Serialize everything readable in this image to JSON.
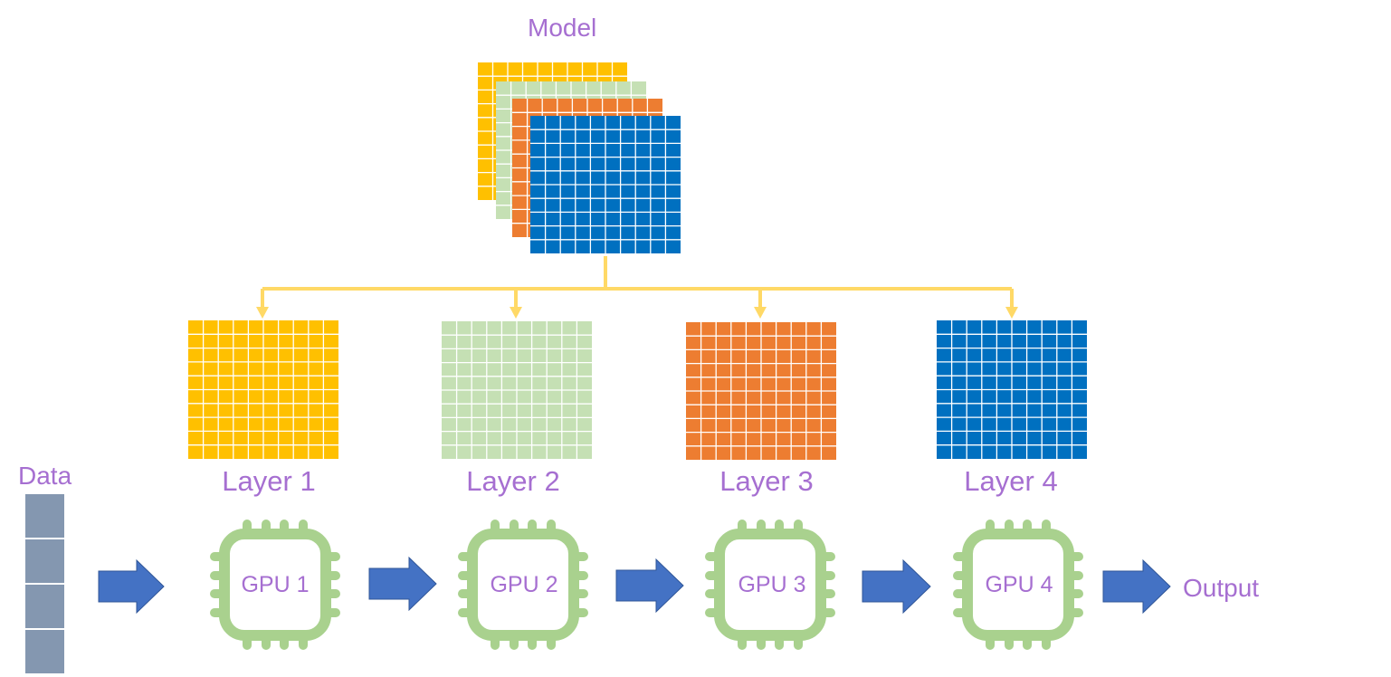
{
  "model": {
    "label": "Model"
  },
  "data_input": {
    "label": "Data",
    "blocks": 4,
    "color": "#8497b0"
  },
  "output": {
    "label": "Output"
  },
  "layers": [
    {
      "label": "Layer 1",
      "color": "#ffc000"
    },
    {
      "label": "Layer 2",
      "color": "#c5e0b4"
    },
    {
      "label": "Layer 3",
      "color": "#ed7d31"
    },
    {
      "label": "Layer 4",
      "color": "#0070c0"
    }
  ],
  "gpus": [
    {
      "label": "GPU 1"
    },
    {
      "label": "GPU 2"
    },
    {
      "label": "GPU 3"
    },
    {
      "label": "GPU 4"
    }
  ],
  "colors": {
    "label_text": "#a66fd1",
    "connector": "#ffd966",
    "arrow": "#4472c4",
    "chip": "#a9d18e"
  }
}
